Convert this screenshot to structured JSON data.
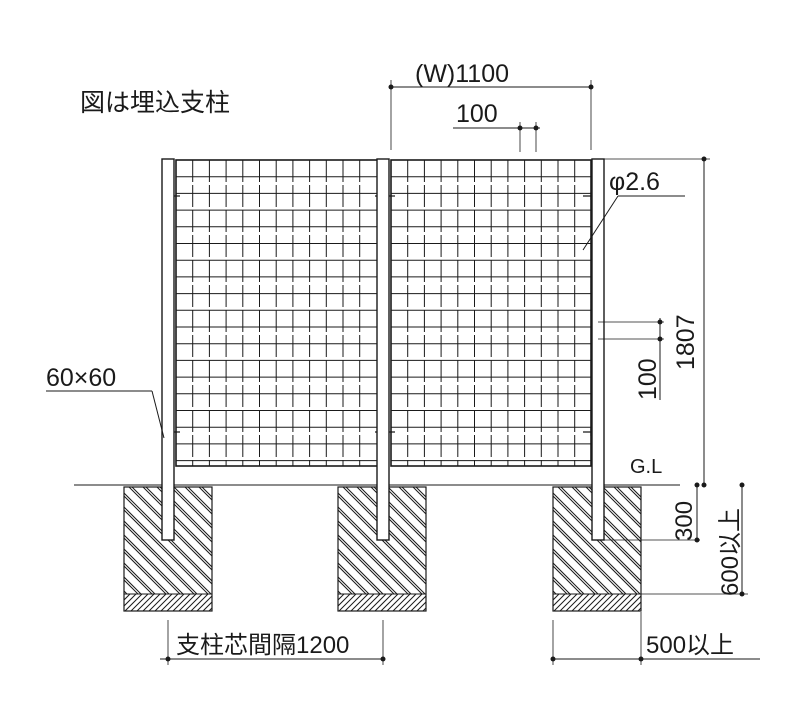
{
  "caption": "図は埋込支柱",
  "labels": {
    "width": "(W)1100",
    "mesh_pitch_top": "100",
    "wire_diameter": "φ2.6",
    "height": "1807",
    "mesh_pitch_side": "100",
    "post_size": "60×60",
    "ground_line": "G.L",
    "embed_depth": "300",
    "foundation_depth": "600以上",
    "post_spacing": "支柱芯間隔1200",
    "foundation_width": "500以上"
  }
}
